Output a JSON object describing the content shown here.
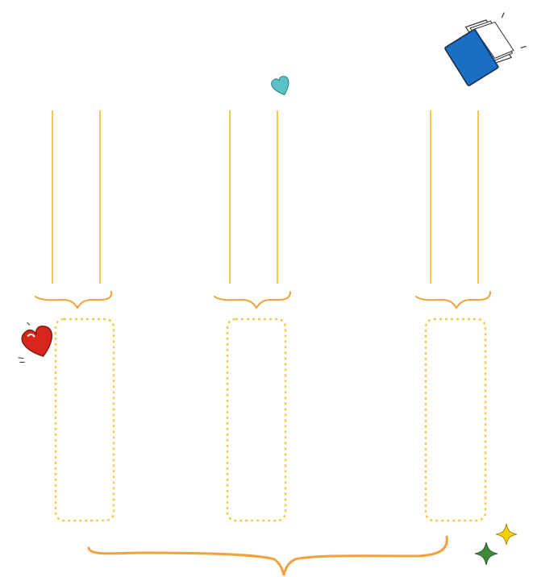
{
  "diagram": {
    "columns": [
      {
        "id": "left",
        "answer": ""
      },
      {
        "id": "middle",
        "answer": ""
      },
      {
        "id": "right",
        "answer": ""
      }
    ],
    "total_answer": ""
  },
  "colors": {
    "vertical_line": "#f5c94a",
    "brace": "#f2a23a",
    "dashed_box": "#f7c94a",
    "book_cover": "#1a6fc4",
    "heart_red": "#d9261c",
    "heart_teal": "#5bc3c8",
    "sparkle_yellow": "#f4d000",
    "sparkle_green": "#3e8a3a"
  },
  "icons": [
    "book-icon",
    "teal-heart-icon",
    "red-heart-icon",
    "yellow-sparkle-icon",
    "green-sparkle-icon"
  ]
}
